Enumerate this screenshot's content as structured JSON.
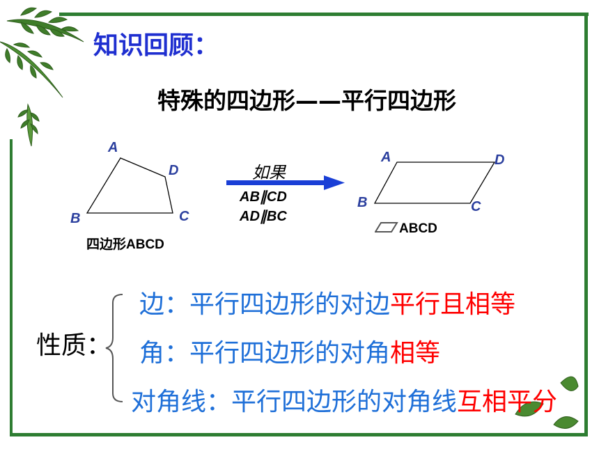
{
  "title": "知识回顾：",
  "subtitle": "特殊的四边形——平行四边形",
  "quad": {
    "labels": {
      "a": "A",
      "b": "B",
      "c": "C",
      "d": "D"
    },
    "caption": "四边形ABCD"
  },
  "arrow": {
    "if_text": "如果",
    "cond1": "AB∥CD",
    "cond2": "AD∥BC"
  },
  "parallelogram": {
    "labels": {
      "a": "A",
      "b": "B",
      "c": "C",
      "d": "D"
    },
    "caption": "ABCD"
  },
  "properties": {
    "label": "性质：",
    "items": [
      {
        "blue": "边：平行四边形的对边",
        "red": "平行且相等"
      },
      {
        "blue": "角：平行四边形的对角",
        "red": "相等"
      },
      {
        "blue": "对角线：平行四边形的对角线",
        "red": "互相平分"
      }
    ]
  },
  "colors": {
    "title": "#1f2fd0",
    "frame": "#2e7d32",
    "property_blue": "#1e6fd8",
    "property_red": "#ff0000"
  }
}
